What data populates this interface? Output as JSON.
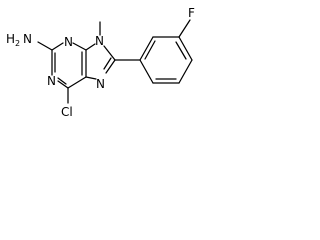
{
  "molecule": {
    "atoms": {
      "amine_h": "H",
      "amine_h_count": "2",
      "amine_n": "N",
      "n1": "N",
      "n3": "N",
      "n7": "N",
      "n9": "N",
      "methyl": "",
      "chloro": "Cl",
      "fluoro": "F"
    }
  }
}
